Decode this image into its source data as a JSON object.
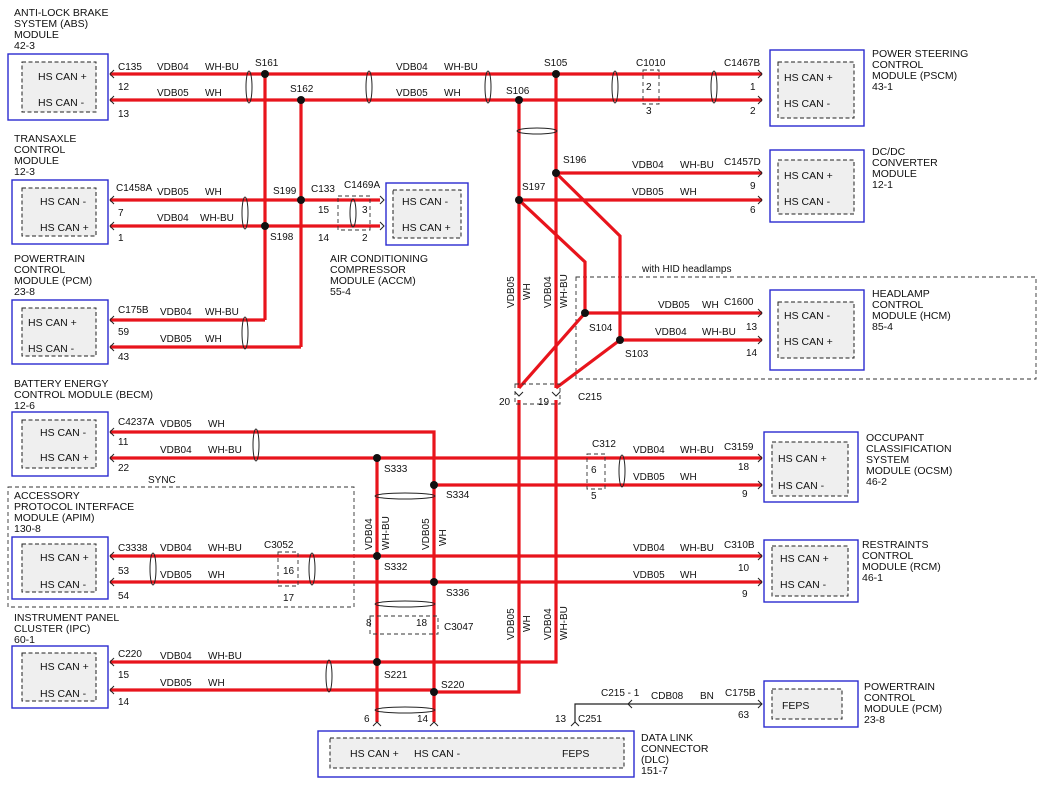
{
  "modules": {
    "abs": {
      "title": [
        "ANTI-LOCK BRAKE",
        "SYSTEM (ABS)",
        "MODULE",
        "42-3"
      ],
      "ports": [
        "HS CAN +",
        "HS CAN -"
      ]
    },
    "tcm": {
      "title": [
        "TRANSAXLE",
        "CONTROL",
        "MODULE",
        "12-3"
      ],
      "ports": [
        "HS CAN -",
        "HS CAN +"
      ]
    },
    "pcm": {
      "title": [
        "POWERTRAIN",
        "CONTROL",
        "MODULE (PCM)",
        "23-8"
      ],
      "ports": [
        "HS CAN +",
        "HS CAN -"
      ]
    },
    "becm": {
      "title": [
        "BATTERY ENERGY",
        "CONTROL MODULE (BECM)",
        "12-6"
      ],
      "ports": [
        "HS CAN -",
        "HS CAN +"
      ]
    },
    "apim": {
      "title": [
        "ACCESSORY",
        "PROTOCOL INTERFACE",
        "MODULE (APIM)",
        "130-8"
      ],
      "ports": [
        "HS CAN +",
        "HS CAN -"
      ]
    },
    "ipc": {
      "title": [
        "INSTRUMENT PANEL",
        "CLUSTER (IPC)",
        "60-1"
      ],
      "ports": [
        "HS CAN +",
        "HS CAN -"
      ]
    },
    "pscm": {
      "title": [
        "POWER STEERING",
        "CONTROL",
        "MODULE (PSCM)",
        "43-1"
      ],
      "ports": [
        "HS CAN +",
        "HS CAN -"
      ]
    },
    "dcdc": {
      "title": [
        "DC/DC",
        "CONVERTER",
        "MODULE",
        "12-1"
      ],
      "ports": [
        "HS CAN +",
        "HS CAN -"
      ]
    },
    "accm": {
      "title": [
        "AIR CONDITIONING",
        "COMPRESSOR",
        "MODULE (ACCM)",
        "55-4"
      ],
      "ports": [
        "HS CAN -",
        "HS CAN +"
      ]
    },
    "hcm": {
      "title": [
        "HEADLAMP",
        "CONTROL",
        "MODULE (HCM)",
        "85-4"
      ],
      "ports": [
        "HS CAN -",
        "HS CAN +"
      ]
    },
    "ocsm": {
      "title": [
        "OCCUPANT",
        "CLASSIFICATION",
        "SYSTEM",
        "MODULE (OCSM)",
        "46-2"
      ],
      "ports": [
        "HS CAN +",
        "HS CAN -"
      ]
    },
    "rcm": {
      "title": [
        "RESTRAINTS",
        "CONTROL",
        "MODULE (RCM)",
        "46-1"
      ],
      "ports": [
        "HS CAN +",
        "HS CAN -"
      ]
    },
    "pcm2": {
      "title": [
        "POWERTRAIN",
        "CONTROL",
        "MODULE (PCM)",
        "23-8"
      ],
      "ports": [
        "FEPS"
      ]
    },
    "dlc": {
      "title": [
        "DATA LINK",
        "CONNECTOR",
        "(DLC)",
        "151-7"
      ],
      "ports": [
        "HS CAN +",
        "HS CAN -",
        "FEPS"
      ]
    }
  },
  "connectors": {
    "c135": "C135",
    "c1458a": "C1458A",
    "c175b": "C175B",
    "c4237a": "C4237A",
    "c3338": "C3338",
    "c220": "C220",
    "c133": "C133",
    "c1469a": "C1469A",
    "c1010": "C1010",
    "c1467b": "C1467B",
    "c1457d": "C1457D",
    "c1600": "C1600",
    "c3159": "C3159",
    "c310b": "C310B",
    "c175b2": "C175B",
    "c312": "C312",
    "c3052": "C3052",
    "c215": "C215",
    "c215_1": "C215 - 1",
    "c3047": "C3047",
    "c251": "C251"
  },
  "splices": {
    "s161": "S161",
    "s162": "S162",
    "s105": "S105",
    "s106": "S106",
    "s196": "S196",
    "s197": "S197",
    "s199": "S199",
    "s198": "S198",
    "s104": "S104",
    "s103": "S103",
    "s333": "S333",
    "s334": "S334",
    "s332": "S332",
    "s336": "S336",
    "s221": "S221",
    "s220": "S220"
  },
  "circuits": {
    "vdb04": "VDB04",
    "vdb05": "VDB05",
    "cdb08": "CDB08"
  },
  "colors_text": {
    "whbu": "WH-BU",
    "wh": "WH",
    "bn": "BN"
  },
  "pins": {
    "abs_p": "12",
    "abs_n": "13",
    "tcm_n": "7",
    "tcm_p": "1",
    "pcm_p": "59",
    "pcm_n": "43",
    "becm_n": "11",
    "becm_p": "22",
    "apim_p": "53",
    "apim_n": "54",
    "ipc_p": "15",
    "ipc_n": "14",
    "c133_a": "15",
    "c133_b": "14",
    "accm_n": "3",
    "accm_p": "2",
    "c1010_a": "2",
    "c1010_b": "3",
    "pscm_p": "1",
    "pscm_n": "2",
    "dcdc_p": "9",
    "dcdc_n": "6",
    "hcm_n": "13",
    "hcm_p": "14",
    "c215_a": "20",
    "c215_b": "19",
    "c312_a": "6",
    "c312_b": "5",
    "ocsm_p": "18",
    "ocsm_n": "9",
    "c3052_a": "16",
    "c3052_b": "17",
    "rcm_p": "10",
    "rcm_n": "9",
    "c3047_a": "8",
    "c3047_b": "18",
    "dlc_a": "6",
    "dlc_b": "14",
    "dlc_c": "13",
    "pcm2_p": "63"
  },
  "notes": {
    "hid": "with HID headlamps",
    "sync": "SYNC"
  },
  "colors": {
    "wire": "#e8141c",
    "module_border": "#2b2bd0",
    "port_fill": "#efefef"
  }
}
